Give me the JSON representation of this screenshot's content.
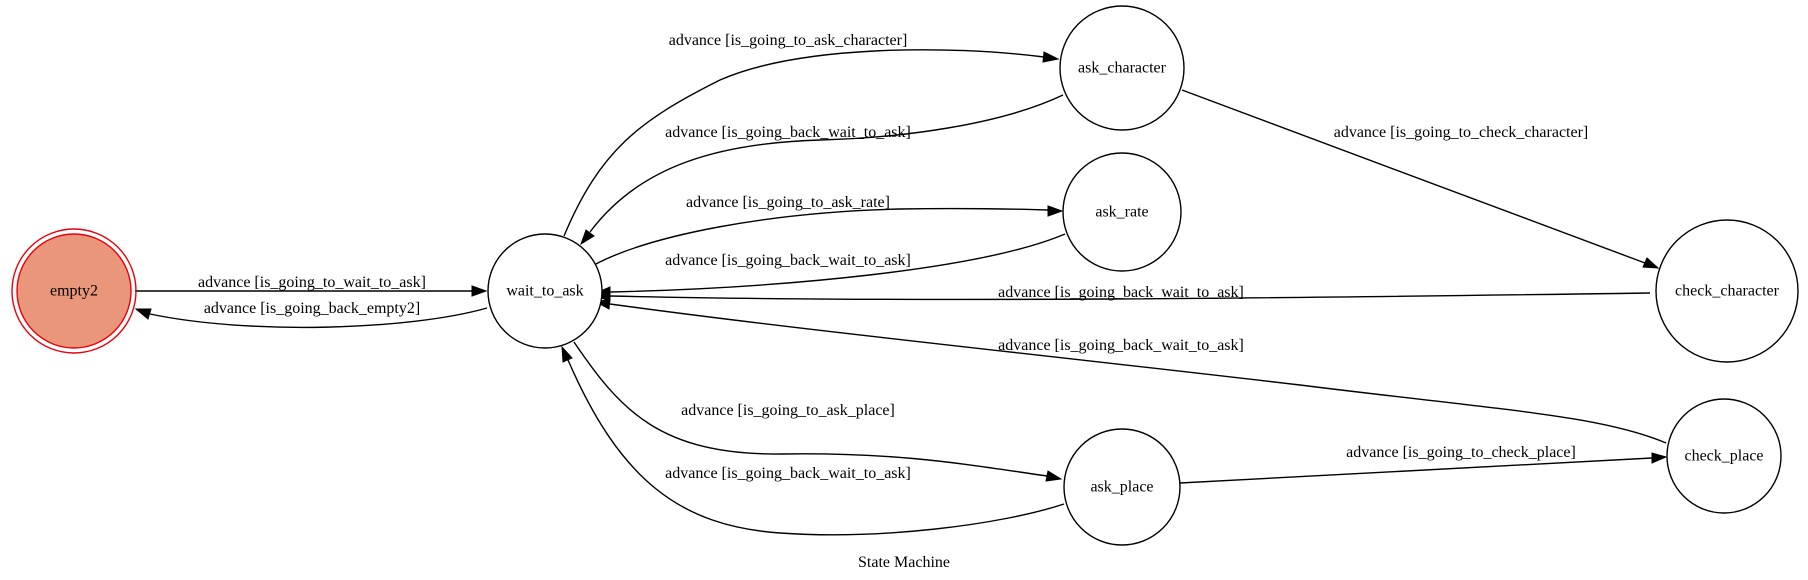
{
  "diagram": {
    "title": "State Machine",
    "initial_state_fill": "#e9967a",
    "initial_state_stroke": "#e8000b",
    "nodes": {
      "empty2": "empty2",
      "wait_to_ask": "wait_to_ask",
      "ask_character": "ask_character",
      "ask_rate": "ask_rate",
      "ask_place": "ask_place",
      "check_character": "check_character",
      "check_place": "check_place"
    },
    "edges": {
      "empty2_to_wait": "advance [is_going_to_wait_to_ask]",
      "wait_to_empty2": "advance [is_going_back_empty2]",
      "wait_to_ask_character": "advance [is_going_to_ask_character]",
      "ask_character_to_wait": "advance [is_going_back_wait_to_ask]",
      "wait_to_ask_rate": "advance [is_going_to_ask_rate]",
      "ask_rate_to_wait": "advance [is_going_back_wait_to_ask]",
      "check_character_to_wait": "advance [is_going_back_wait_to_ask]",
      "check_place_to_wait": "advance [is_going_back_wait_to_ask]",
      "wait_to_ask_place": "advance [is_going_to_ask_place]",
      "ask_place_to_wait": "advance [is_going_back_wait_to_ask]",
      "ask_character_to_check_character": "advance [is_going_to_check_character]",
      "ask_place_to_check_place": "advance [is_going_to_check_place]"
    }
  }
}
